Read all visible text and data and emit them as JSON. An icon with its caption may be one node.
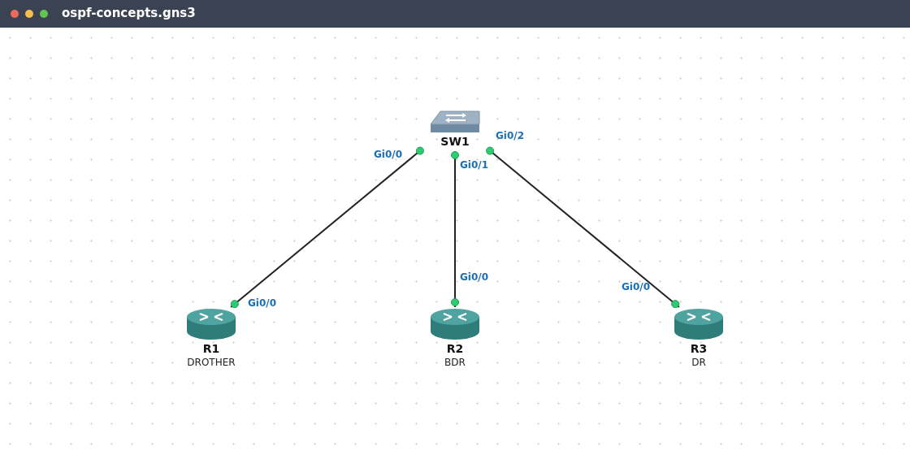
{
  "diagram": {
    "title": "ospf-concepts.gns3",
    "nodes": [
      {
        "text": [
          "SW1"
        ]
      },
      {
        "text": [
          "R1",
          "DROTHER"
        ]
      },
      {
        "text": [
          "R2",
          "BDR"
        ]
      },
      {
        "text": [
          "R3",
          "DR"
        ]
      }
    ],
    "edges": [
      {
        "from": 0,
        "to": 1,
        "arrow": "none"
      },
      {
        "from": 0,
        "to": 2,
        "arrow": "none"
      },
      {
        "from": 0,
        "to": 3,
        "arrow": "none"
      }
    ],
    "labels": [
      "Gi0/0",
      "Gi0/2",
      "Gi0/1",
      "Gi0/0",
      "Gi0/0",
      "Gi0/0"
    ]
  }
}
